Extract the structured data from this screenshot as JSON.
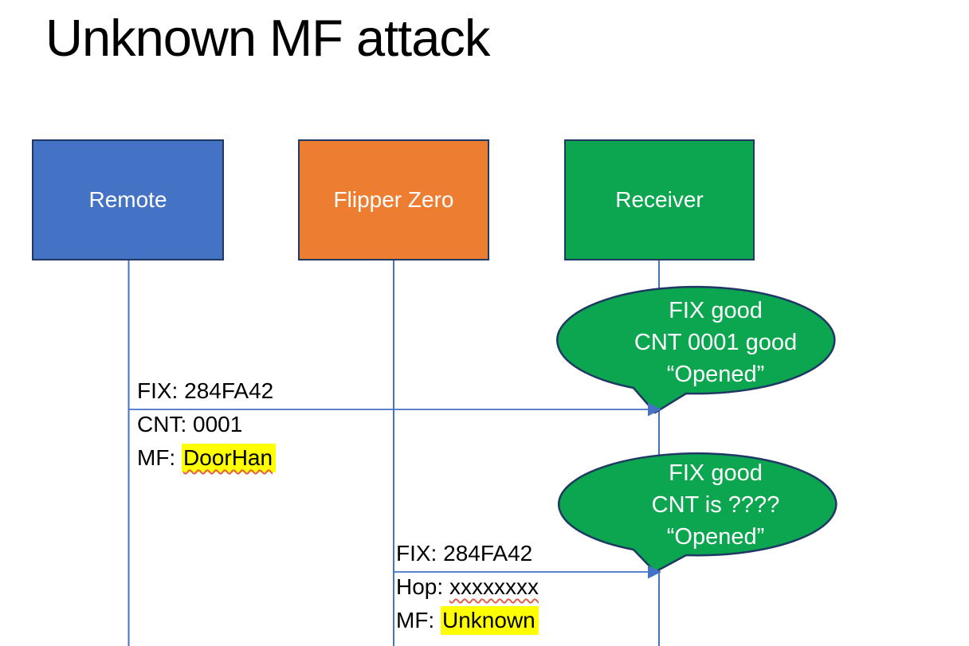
{
  "slide": {
    "title": "Unknown MF attack"
  },
  "actors": [
    {
      "id": "remote",
      "label": "Remote",
      "color": "#4472C4"
    },
    {
      "id": "flipper-zero",
      "label": "Flipper Zero",
      "color": "#ED7D31"
    },
    {
      "id": "receiver",
      "label": "Receiver",
      "color": "#0BA64F"
    }
  ],
  "messages": [
    {
      "from": "Remote",
      "to": "Receiver",
      "line1": "FIX: 284FA42",
      "line2": "CNT: 0001",
      "line3_prefix": "MF: ",
      "line3_value": "DoorHan"
    },
    {
      "from": "Flipper Zero",
      "to": "Receiver",
      "line1": "FIX: 284FA42",
      "line2_prefix": "Hop: ",
      "line2_value": "xxxxxxxx",
      "line3_prefix": "MF: ",
      "line3_value": "Unknown"
    }
  ],
  "callouts": [
    {
      "line1": "FIX good",
      "line2": "CNT 0001 good",
      "line3": "“Opened”"
    },
    {
      "line1": "FIX good",
      "line2": "CNT is ????",
      "line3": "“Opened”"
    }
  ],
  "colors": {
    "actor_border": "#1F3864",
    "lifeline": "#4472C4",
    "arrow": "#4472C4",
    "callout_fill": "#0BA64F",
    "callout_border": "#1F3864",
    "highlight": "#FFFF00",
    "squiggle": "#E0604C",
    "text_on_fill": "#FFFFFF",
    "label_text": "#000000",
    "title_text": "#000000"
  }
}
